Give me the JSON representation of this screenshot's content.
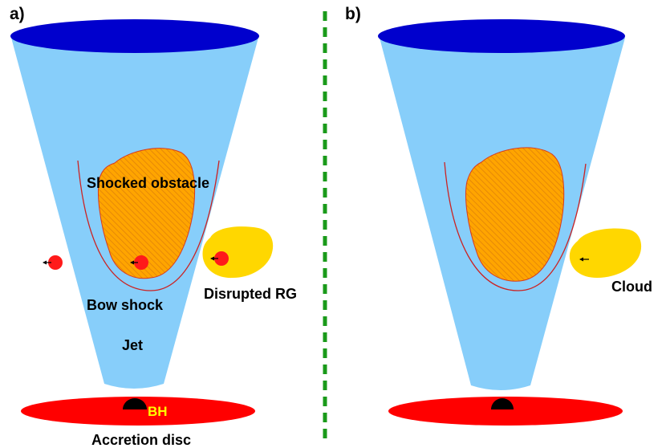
{
  "panels": {
    "a": {
      "label": "a)",
      "shocked_obstacle": "Shocked obstacle",
      "bow_shock": "Bow shock",
      "disrupted_rg": "Disrupted RG",
      "jet": "Jet",
      "bh": "BH",
      "accretion_disc": "Accretion disc"
    },
    "b": {
      "label": "b)",
      "cloud": "Cloud"
    }
  },
  "colors": {
    "jet": "#87cefa",
    "jet_top": "#0000cd",
    "disc": "#ff0000",
    "black_hole": "#000000",
    "obstacle": "#ffa500",
    "obstacle_hatch": "#e8860a",
    "bow_shock": "#cc2222",
    "cloud": "#ffd700",
    "star": "#ff1a1a",
    "divider": "#1a9a1a",
    "bh_text": "#ffff00"
  }
}
